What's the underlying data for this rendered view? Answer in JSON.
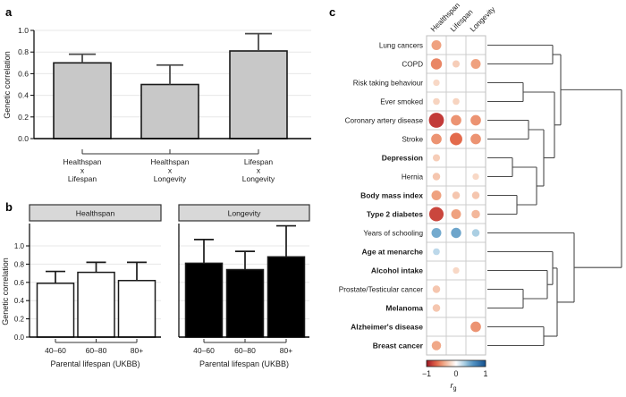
{
  "figure_title": "Genetic correlation figure",
  "panel_letters": {
    "a": "a",
    "b": "b",
    "c": "c"
  },
  "colors": {
    "bar_fill_gray": "#c8c8c8",
    "bar_fill_white": "#ffffff",
    "bar_fill_black": "#000000",
    "bar_border": "#1a1a1a",
    "errorbar_a": "#4a4a4a",
    "errorbar_b": "#1a1a1a",
    "gridline": "#e7e7e7",
    "axis": "#000000",
    "strip_fill": "#d8d8d8",
    "strip_border": "#333333",
    "matrix_grid": "#cccccc",
    "dendrogram": "#4a4a4a",
    "cmap_negative": [
      [
        0,
        "#ffffff"
      ],
      [
        0.2,
        "#f8d8c6"
      ],
      [
        0.45,
        "#efa17f"
      ],
      [
        0.65,
        "#e36a4b"
      ],
      [
        0.85,
        "#c23a38"
      ],
      [
        1,
        "#96151e"
      ]
    ],
    "cmap_positive": [
      [
        0,
        "#ffffff"
      ],
      [
        0.22,
        "#bcd8ea"
      ],
      [
        0.3,
        "#a5cce1"
      ],
      [
        0.45,
        "#74aace"
      ],
      [
        0.6,
        "#4f8fc0"
      ],
      [
        1,
        "#15518f"
      ]
    ]
  },
  "chart_data": [
    {
      "panel": "a",
      "type": "bar",
      "ylabel": "Genetic correlation",
      "ylim": [
        0,
        1
      ],
      "yticks": [
        "0.0",
        "0.2",
        "0.4",
        "0.6",
        "0.8",
        "1.0"
      ],
      "ytick_values": [
        0,
        0.2,
        0.4,
        0.6,
        0.8,
        1.0
      ],
      "categories": [
        [
          "Healthspan",
          "x",
          "Lifespan"
        ],
        [
          "Healthspan",
          "x",
          "Longevity"
        ],
        [
          "Lifespan",
          "x",
          "Longevity"
        ]
      ],
      "values": [
        0.7,
        0.5,
        0.81
      ],
      "error_upper": [
        0.78,
        0.68,
        0.97
      ],
      "grid": true,
      "bar_fill": "gray"
    },
    {
      "panel": "b",
      "type": "bar",
      "ylabel": "Genetic correlation",
      "xlabel": "Parental lifespan (UKBB)",
      "ylim": [
        0,
        1
      ],
      "yticks": [
        "0.0",
        "0.2",
        "0.4",
        "0.6",
        "0.8",
        "1.0"
      ],
      "ytick_values": [
        0,
        0.2,
        0.4,
        0.6,
        0.8,
        1.0
      ],
      "categories": [
        "40–60",
        "60–80",
        "80+"
      ],
      "facets": [
        {
          "title": "Healthspan",
          "fill": "#ffffff",
          "values": [
            0.59,
            0.71,
            0.62
          ],
          "error_upper": [
            0.72,
            0.82,
            0.82
          ]
        },
        {
          "title": "Longevity",
          "fill": "#000000",
          "values": [
            0.81,
            0.74,
            0.88
          ],
          "error_upper": [
            1.07,
            0.94,
            1.22
          ]
        }
      ],
      "grid": true
    },
    {
      "panel": "c",
      "type": "heatmap",
      "subtype": "dot-correlation-matrix",
      "columns": [
        "Healthspan",
        "Lifespan",
        "Longevity"
      ],
      "rows": [
        {
          "label": "Lung cancers",
          "bold": false,
          "values": [
            -0.45,
            null,
            null
          ]
        },
        {
          "label": "COPD",
          "bold": false,
          "values": [
            -0.55,
            -0.25,
            -0.45
          ]
        },
        {
          "label": "Risk taking behaviour",
          "bold": false,
          "values": [
            -0.2,
            null,
            null
          ]
        },
        {
          "label": "Ever smoked",
          "bold": false,
          "values": [
            -0.22,
            -0.22,
            null
          ]
        },
        {
          "label": "Coronary artery disease",
          "bold": false,
          "values": [
            -0.85,
            -0.5,
            -0.5
          ]
        },
        {
          "label": "Stroke",
          "bold": false,
          "values": [
            -0.5,
            -0.65,
            -0.5
          ]
        },
        {
          "label": "Depression",
          "bold": true,
          "values": [
            -0.25,
            null,
            null
          ]
        },
        {
          "label": "Hernia",
          "bold": false,
          "values": [
            -0.28,
            null,
            -0.2
          ]
        },
        {
          "label": "Body mass index",
          "bold": true,
          "values": [
            -0.45,
            -0.28,
            -0.28
          ]
        },
        {
          "label": "Type 2 diabetes",
          "bold": true,
          "values": [
            -0.8,
            -0.45,
            -0.35
          ]
        },
        {
          "label": "Years of schooling",
          "bold": false,
          "values": [
            0.45,
            0.48,
            0.28
          ]
        },
        {
          "label": "Age at menarche",
          "bold": true,
          "values": [
            0.22,
            null,
            null
          ]
        },
        {
          "label": "Alcohol intake",
          "bold": true,
          "values": [
            null,
            -0.2,
            null
          ]
        },
        {
          "label": "Prostate/Testicular cancer",
          "bold": false,
          "values": [
            -0.28,
            null,
            null
          ]
        },
        {
          "label": "Melanoma",
          "bold": true,
          "values": [
            -0.28,
            null,
            null
          ]
        },
        {
          "label": "Alzheimer's disease",
          "bold": true,
          "values": [
            null,
            null,
            -0.5
          ]
        },
        {
          "label": "Breast cancer",
          "bold": true,
          "values": [
            -0.42,
            null,
            null
          ]
        }
      ],
      "colorbar": {
        "tick_labels": [
          "−1",
          "0",
          "1"
        ],
        "tick_values": [
          -1,
          0,
          1
        ],
        "symbol": "r",
        "subscript": "g"
      },
      "dendrogram_merges": [
        {
          "id": "A",
          "a": "L0",
          "b": "L1",
          "x": 618
        },
        {
          "id": "B",
          "a": "L2",
          "b": "L3",
          "x": 585
        },
        {
          "id": "E",
          "a": "L4",
          "b": "L5",
          "x": 591
        },
        {
          "id": "I",
          "a": "L6",
          "b": "L7",
          "x": 573
        },
        {
          "id": "J",
          "a": "L8",
          "b": "L9",
          "x": 578
        },
        {
          "id": "K",
          "a": "I",
          "b": "J",
          "x": 600
        },
        {
          "id": "F",
          "a": "E",
          "b": "K",
          "x": 608
        },
        {
          "id": "D",
          "a": "B",
          "b": "F",
          "x": 620
        },
        {
          "id": "C",
          "a": "A",
          "b": "D",
          "x": 627
        },
        {
          "id": "Lm",
          "a": "L13",
          "b": "L14",
          "x": 585
        },
        {
          "id": "O",
          "a": "L12",
          "b": "Lm",
          "x": 612
        },
        {
          "id": "P",
          "a": "L11",
          "b": "O",
          "x": 618
        },
        {
          "id": "M",
          "a": "L15",
          "b": "L16",
          "x": 608
        },
        {
          "id": "N",
          "a": "P",
          "b": "M",
          "x": 623
        },
        {
          "id": "Q",
          "a": "L10",
          "b": "N",
          "x": 642
        },
        {
          "id": "R",
          "a": "C",
          "b": "Q",
          "x": 695
        }
      ]
    }
  ]
}
